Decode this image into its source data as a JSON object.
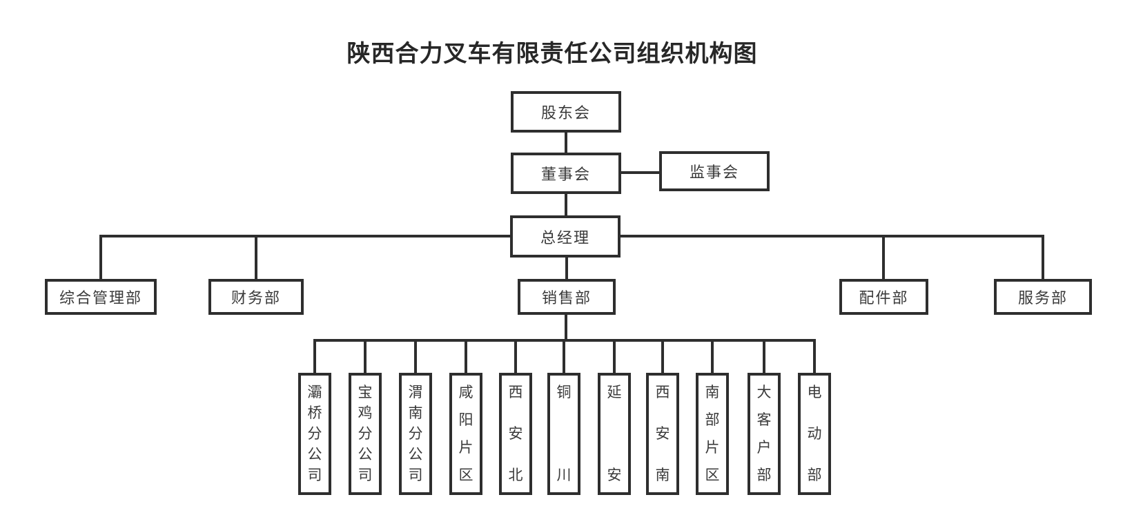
{
  "title": "陕西合力叉车有限责任公司组织机构图",
  "colors": {
    "line": "#2e2e2e",
    "text": "#3a3a3a",
    "background": "#ffffff"
  },
  "org": {
    "shareholders": "股东会",
    "board": "董事会",
    "supervisory": "监事会",
    "general_manager": "总经理",
    "departments": [
      {
        "label": "综合管理部"
      },
      {
        "label": "财务部"
      },
      {
        "label": "销售部"
      },
      {
        "label": "配件部"
      },
      {
        "label": "服务部"
      }
    ],
    "sales_units": [
      {
        "label": "灞桥分公司"
      },
      {
        "label": "宝鸡分公司"
      },
      {
        "label": "渭南分公司"
      },
      {
        "label": "咸阳片区"
      },
      {
        "label": "西安北"
      },
      {
        "label": "铜川"
      },
      {
        "label": "延安"
      },
      {
        "label": "西安南"
      },
      {
        "label": "南部片区"
      },
      {
        "label": "大客户部"
      },
      {
        "label": "电动部"
      }
    ]
  }
}
